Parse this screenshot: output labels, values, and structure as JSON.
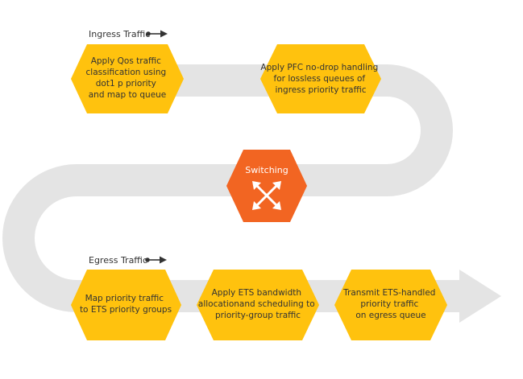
{
  "labels": {
    "ingress": "Ingress Traffic",
    "egress": "Egress Traffic"
  },
  "steps": {
    "s1": [
      "Apply Qos traffic",
      "classification using",
      "dot1 p priority",
      "and map to queue"
    ],
    "s2": [
      "Apply PFC no-drop handling",
      "for lossless queues of",
      "ingress priority traffic"
    ],
    "s4": [
      "Map priority traffic",
      "to ETS priority groups"
    ],
    "s5": [
      "Apply ETS bandwidth",
      "allocationand scheduling to",
      "priority-group traffic"
    ],
    "s6": [
      "Transmit ETS-handled",
      "priority traffic",
      "on egress queue"
    ]
  },
  "switching": {
    "label": "Switching"
  },
  "colors": {
    "hex_fill": "#FFC20E",
    "switch_fill": "#F26522",
    "path_fill": "#E4E4E4",
    "text": "#333333"
  }
}
